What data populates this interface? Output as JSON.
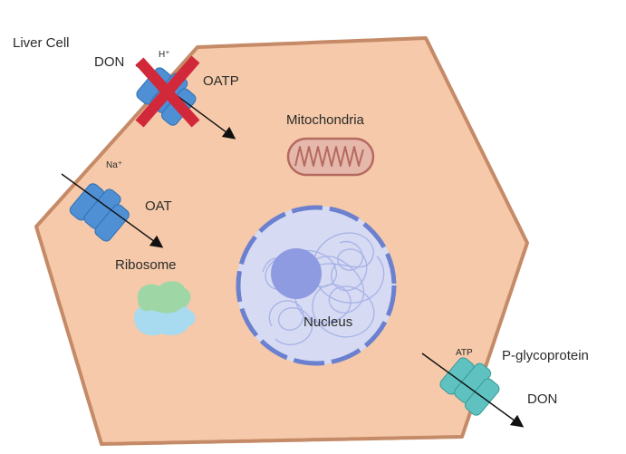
{
  "diagram": {
    "title": "Liver Cell",
    "labels": {
      "don_in": "DON",
      "h_plus": "H⁺",
      "oatp": "OATP",
      "mitochondria": "Mitochondria",
      "na_plus": "Na⁺",
      "oat": "OAT",
      "ribosome": "Ribosome",
      "nucleus": "Nucleus",
      "atp": "ATP",
      "pgp": "P-glycoprotein",
      "don_out": "DON"
    },
    "oatp_blocked": true,
    "icons": {
      "block_mark": "red-x-icon",
      "arrows": "arrow-icon"
    },
    "colors": {
      "cell_fill": "#f5c9a9",
      "cell_border": "#c58a67",
      "transporter_blue": "#4f8fd4",
      "transporter_teal": "#5fc2c0",
      "block_red": "#d1283a",
      "nucleus_fill": "#d6daf2",
      "nucleolus": "#8e9be0",
      "envelope": "#6b80cf",
      "mito_fill": "#e6b8ac",
      "mito_stroke": "#b56a5f",
      "ribosome_green": "#9ed7a5",
      "ribosome_blue": "#a8daf0"
    }
  }
}
